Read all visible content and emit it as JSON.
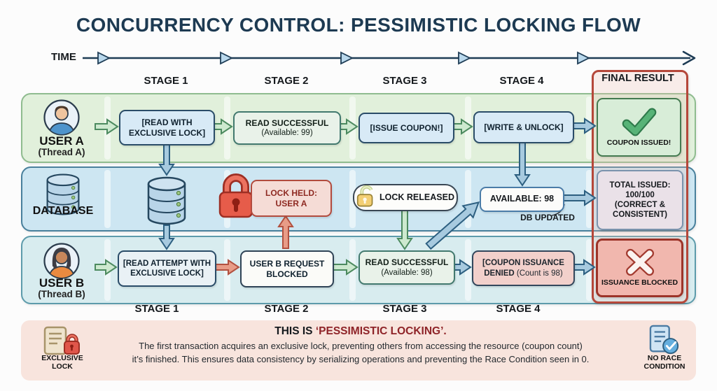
{
  "title": "CONCURRENCY CONTROL: PESSIMISTIC LOCKING FLOW",
  "timeline": {
    "label": "TIME"
  },
  "stage_headers": {
    "s1": "STAGE 1",
    "s2": "STAGE 2",
    "s3": "STAGE 3",
    "s4": "STAGE 4",
    "final": "FINAL RESULT"
  },
  "stage_footers": {
    "s1": "STAGE 1",
    "s2": "STAGE 2",
    "s3": "STAGE 3",
    "s4": "STAGE 4"
  },
  "lanes": {
    "user_a": {
      "name": "USER A",
      "thread": "(Thread A)"
    },
    "database": {
      "name": "DATABASE"
    },
    "user_b": {
      "name": "USER B",
      "thread": "(Thread B)"
    }
  },
  "user_a_flow": {
    "read_lock": {
      "line1": "[READ WITH",
      "line2": "EXCLUSIVE LOCK]"
    },
    "read_success": {
      "line1": "READ SUCCESSFUL",
      "line2": "(Available: 99)"
    },
    "issue_coupon": "[ISSUE COUPON!]",
    "write_unlock": "[WRITE & UNLOCK]",
    "result": "COUPON ISSUED!"
  },
  "database_flow": {
    "lock_held": {
      "line1": "LOCK HELD:",
      "line2": "USER A"
    },
    "lock_released": "LOCK RELEASED",
    "available": "AVAILABLE: 98",
    "db_updated": "DB UPDATED",
    "total_issued": {
      "line1": "TOTAL ISSUED:",
      "line2": "100/100",
      "line3": "(CORRECT &",
      "line4": "CONSISTENT)"
    }
  },
  "user_b_flow": {
    "read_attempt": {
      "line1": "[READ ATTEMPT WITH",
      "line2": "EXCLUSIVE LOCK]"
    },
    "blocked": {
      "line1": "USER B REQUEST",
      "line2": "BLOCKED"
    },
    "read_success": {
      "line1": "READ SUCCESSFUL",
      "line2": "(Available: 98)"
    },
    "denied": {
      "line1": "[COUPON ISSUANCE",
      "line2_bold": "DENIED",
      "line2_rest": " (Count is 98)"
    },
    "result": "ISSUANCE BLOCKED"
  },
  "footer": {
    "heading_prefix": "THIS IS ",
    "heading_highlight": "‘PESSIMISTIC LOCKING’.",
    "body_line1": "The first transaction acquires an exclusive lock, preventing others from accessing the resource (coupon count)",
    "body_line2": "it’s finished. This ensures data consistency by serializing operations and preventing the Race Condition seen in 0.",
    "left_badge": {
      "line1": "EXCLUSIVE",
      "line2": "LOCK"
    },
    "right_badge": {
      "line1": "NO RACE",
      "line2": "CONDITION"
    }
  },
  "colors": {
    "title": "#1d3a52",
    "lane_user_a_bg": "#e1f0db",
    "lane_database_bg": "#cde6f2",
    "lane_user_b_bg": "#d8ecef",
    "final_column_border": "#b5473a",
    "success_green": "#57b377",
    "error_red": "#e65c4a",
    "arrow_green": "#cde9cf",
    "arrow_blue": "#a7cadf",
    "arrow_red": "#e89c87",
    "footer_bg": "#f8e4dd",
    "heading_red": "#8e2328"
  }
}
